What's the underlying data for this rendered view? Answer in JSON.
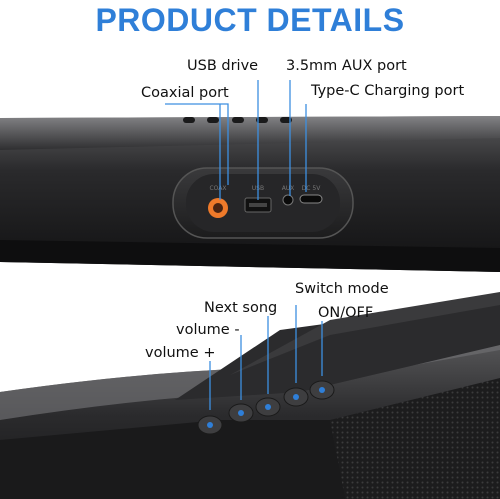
{
  "header": {
    "title": "PRODUCT DETAILS"
  },
  "top_panel": {
    "labels": {
      "usb_drive": "USB drive",
      "aux_port": "3.5mm AUX port",
      "coaxial_port": "Coaxial port",
      "typec_port": "Type-C Charging port"
    },
    "port_markings": {
      "coax": "COAX",
      "usb": "USB",
      "aux": "AUX",
      "dc": "DC 5V"
    }
  },
  "bottom_panel": {
    "labels": {
      "switch_mode": "Switch mode",
      "next_song": "Next song",
      "on_off": "ON/OFF",
      "volume_minus": "volume -",
      "volume_plus": "volume +"
    }
  },
  "colors": {
    "title": "#2f7fd8",
    "leader_line": "#3d8fe0",
    "marker": "#2f7fd8"
  }
}
